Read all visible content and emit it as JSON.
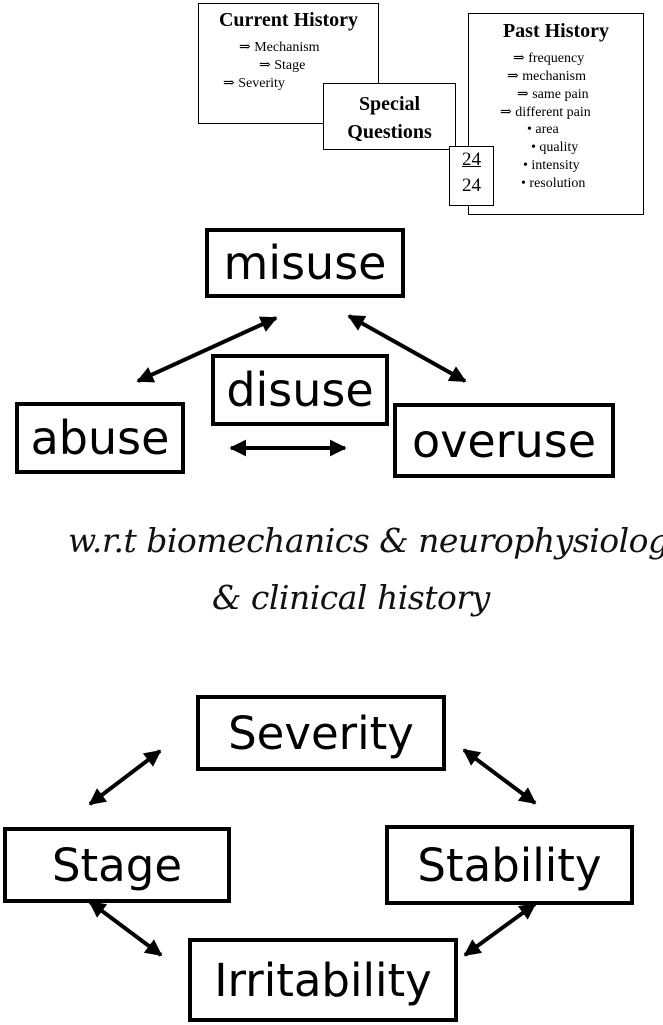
{
  "current_history": {
    "title": "Current History",
    "items": [
      "⇒  Mechanism",
      "⇒  Stage",
      "⇒  Severity"
    ]
  },
  "special_questions": {
    "title_line1": "Special",
    "title_line2": "Questions"
  },
  "past_history": {
    "title": "Past History",
    "items": [
      "⇒  frequency",
      "⇒  mechanism",
      "⇒  same pain",
      "⇒  different pain",
      "•    area",
      "•    quality",
      "•    intensity",
      "•    resolution"
    ]
  },
  "fraction": {
    "numerator": "24",
    "denominator": "24"
  },
  "use_types": {
    "top": "misuse",
    "center": "disuse",
    "left": "abuse",
    "right": "overuse"
  },
  "note": {
    "line1": "w.r.t biomechanics & neurophysiology",
    "line2": "& clinical history"
  },
  "assessment": {
    "top": "Severity",
    "left": "Stage",
    "right": "Stability",
    "bottom": "Irritability"
  }
}
